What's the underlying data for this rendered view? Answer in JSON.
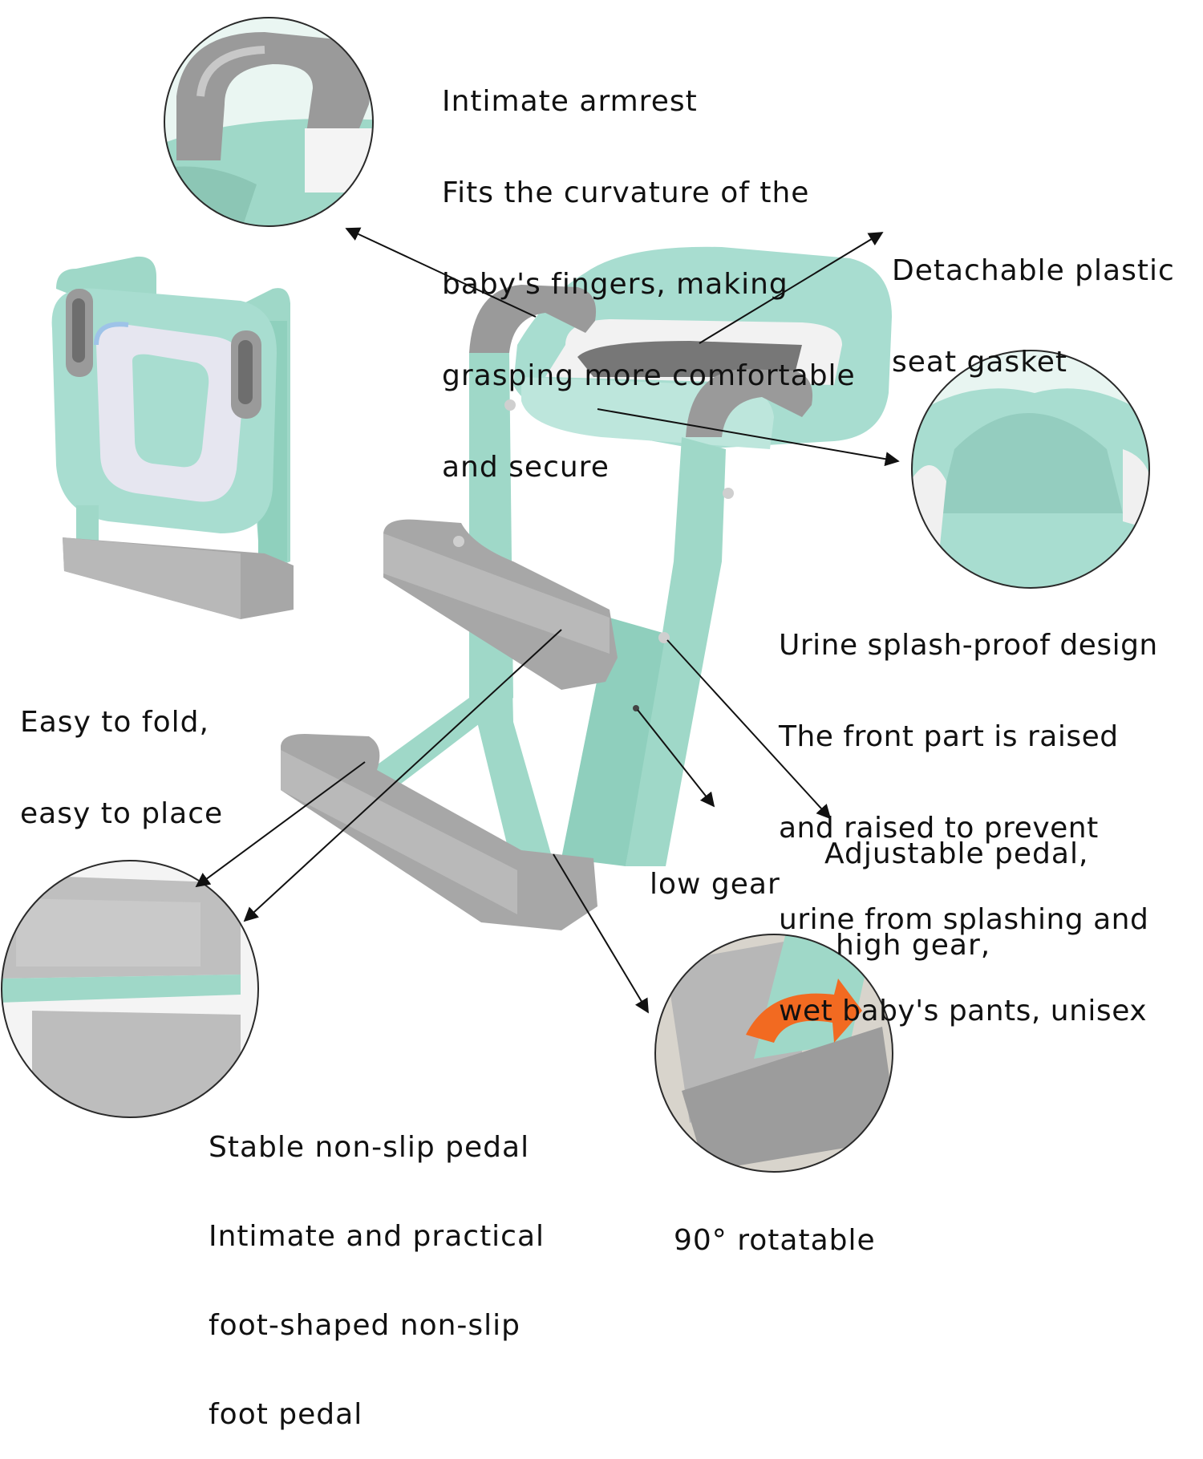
{
  "colors": {
    "mint": "#9fd8c8",
    "mint_dark": "#7fc2b0",
    "grey": "#a9a9a9",
    "grey_dark": "#8c8c8c",
    "pad_white": "#eeeeee",
    "arrow_orange": "#f26a21",
    "text": "#111111"
  },
  "callouts": {
    "armrest": {
      "title": "Intimate armrest",
      "lines": [
        "Fits the curvature of the",
        "baby's fingers, making",
        "grasping more comfortable",
        "and secure"
      ]
    },
    "gasket": {
      "lines": [
        "Detachable plastic",
        "seat gasket"
      ]
    },
    "fold": {
      "lines": [
        "Easy to fold,",
        "easy to place"
      ]
    },
    "splash": {
      "title": "Urine splash-proof design",
      "lines": [
        "The front part is raised",
        "and raised to prevent",
        "urine from splashing and",
        "wet baby's pants, unisex"
      ]
    },
    "adjustable": {
      "lines": [
        "Adjustable pedal,",
        "high gear,"
      ]
    },
    "low_gear": {
      "text": "low gear"
    },
    "pedal": {
      "title": "Stable non-slip pedal",
      "lines": [
        "Intimate and practical",
        "foot-shaped non-slip",
        "foot pedal"
      ]
    },
    "rotatable": {
      "text": "90° rotatable"
    }
  }
}
